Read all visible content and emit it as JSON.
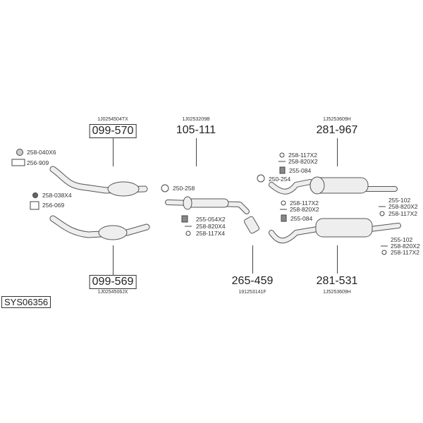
{
  "diagram_id": "SYS06356",
  "assemblies": [
    {
      "part": "099-570",
      "oe": "1J0254504TX"
    },
    {
      "part": "105-111",
      "oe": "1J0253209B"
    },
    {
      "part": "281-967",
      "oe": "1J5253609H"
    },
    {
      "part": "099-569",
      "oe": "1J0254506JX"
    },
    {
      "part": "265-459",
      "oe": "191253141F"
    },
    {
      "part": "281-531",
      "oe": "1J5253609H"
    }
  ],
  "fittings": {
    "front1": [
      "258-040X6",
      "256-909"
    ],
    "front2": [
      "258-038X4",
      "256-069"
    ],
    "mid": [
      "250-258",
      "255-054X2",
      "258-820X4",
      "258-117X4"
    ],
    "rear1_front": [
      "258-117X2",
      "258-820X2",
      "255-084",
      "250-254"
    ],
    "rear1_back": [
      "255-102",
      "258-820X2",
      "258-117X2"
    ],
    "rear2_front": [
      "258-117X2",
      "258-820X2",
      "255-084"
    ],
    "rear2_back": [
      "255-102",
      "258-820X2",
      "258-117X2"
    ]
  }
}
